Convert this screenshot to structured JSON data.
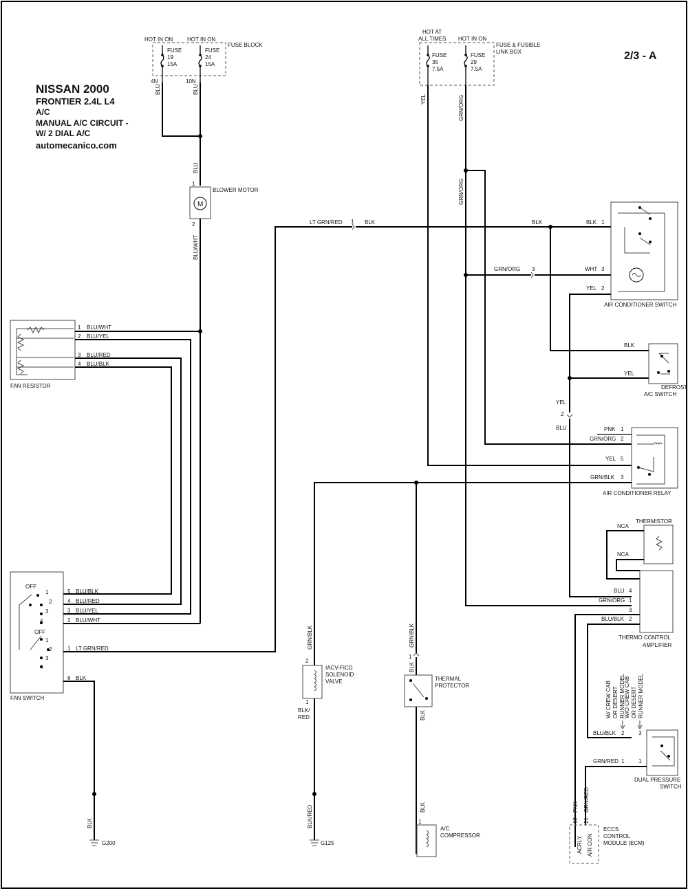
{
  "page_id": "2/3 - A",
  "title": {
    "make_year": "NISSAN 2000",
    "model": "FRONTIER  2.4L  L4",
    "system": "A/C",
    "circuit": "MANUAL A/C CIRCUIT -",
    "variant": "W/ 2 DIAL A/C",
    "site": "automecanico.com"
  },
  "fuse_block": {
    "label": "FUSE BLOCK",
    "fuses": [
      {
        "hot": "HOT IN ON",
        "name": "FUSE",
        "number": "19",
        "rating": "15A",
        "terminal": "4N"
      },
      {
        "hot": "HOT IN ON",
        "name": "FUSE",
        "number": "24",
        "rating": "15A",
        "terminal": "10N"
      }
    ]
  },
  "fusible_link_box": {
    "label_line1": "FUSE & FUSIBLE",
    "label_line2": "LINK BOX",
    "fuses": [
      {
        "hot_line1": "HOT AT",
        "hot_line2": "ALL TIMES",
        "name": "FUSE",
        "number": "35",
        "rating": "7.5A"
      },
      {
        "hot_line1": "",
        "hot_line2": "HOT IN ON",
        "name": "FUSE",
        "number": "29",
        "rating": "7.5A"
      }
    ]
  },
  "components": {
    "blower_motor": "BLOWER MOTOR",
    "motor_symbol": "M",
    "fan_resistor": "FAN RESISTOR",
    "fan_switch": "FAN SWITCH",
    "off": "OFF",
    "ac_switch": "AIR CONDITIONER SWITCH",
    "defrost_line1": "DEFROST",
    "defrost_line2": "A/C SWITCH",
    "ac_relay": "AIR CONDITIONER RELAY",
    "thermistor": "THERMISTOR",
    "thermo_line1": "THERMO CONTROL",
    "thermo_line2": "AMPLIFIER",
    "iacv_line1": "IACV-FICD",
    "iacv_line2": "SOLENOID",
    "iacv_line3": "VALVE",
    "thermal_line1": "THERMAL",
    "thermal_line2": "PROTECTOR",
    "compressor_line1": "A/C",
    "compressor_line2": "COMPRESSOR",
    "dual_line1": "DUAL PRESSURE",
    "dual_line2": "SWITCH",
    "ecm_line1": "ECCS",
    "ecm_line2": "CONTROL",
    "ecm_line3": "MODULE (ECM)",
    "ecm_acrly": "ACRLY",
    "ecm_aircon": "AIR CON",
    "crewcab_w_line1": "W/ CREW CAB",
    "crewcab_w_line2": "OR DESERT",
    "crewcab_w_line3": "RUNNER MODEL",
    "crewcab_wo_line1": "W/O CREW CAB",
    "crewcab_wo_line2": "OR DESERT",
    "crewcab_wo_line3": "RUNNER MODEL"
  },
  "grounds": {
    "g200": "G200",
    "g125": "G125"
  },
  "wires": {
    "blu": "BLU",
    "blu_wht": "BLU/WHT",
    "blu_yel": "BLU/YEL",
    "blu_red": "BLU/RED",
    "blu_blk": "BLU/BLK",
    "yel": "YEL",
    "grn_org": "GRN/ORG",
    "blk": "BLK",
    "lt_grn_red": "LT GRN/RED",
    "wht": "WHT",
    "pnk": "PNK",
    "grn_blk": "GRN/BLK",
    "nca": "NCA",
    "blk_red_a": "BLK/",
    "blk_red_b": "RED",
    "blk_red": "BLK/RED",
    "grn_red": "GRN/RED"
  },
  "pins": {
    "p1": "1",
    "p2": "2",
    "p3": "3",
    "p4": "4",
    "p5": "5",
    "p6": "6",
    "p12": "12",
    "p21": "21"
  }
}
